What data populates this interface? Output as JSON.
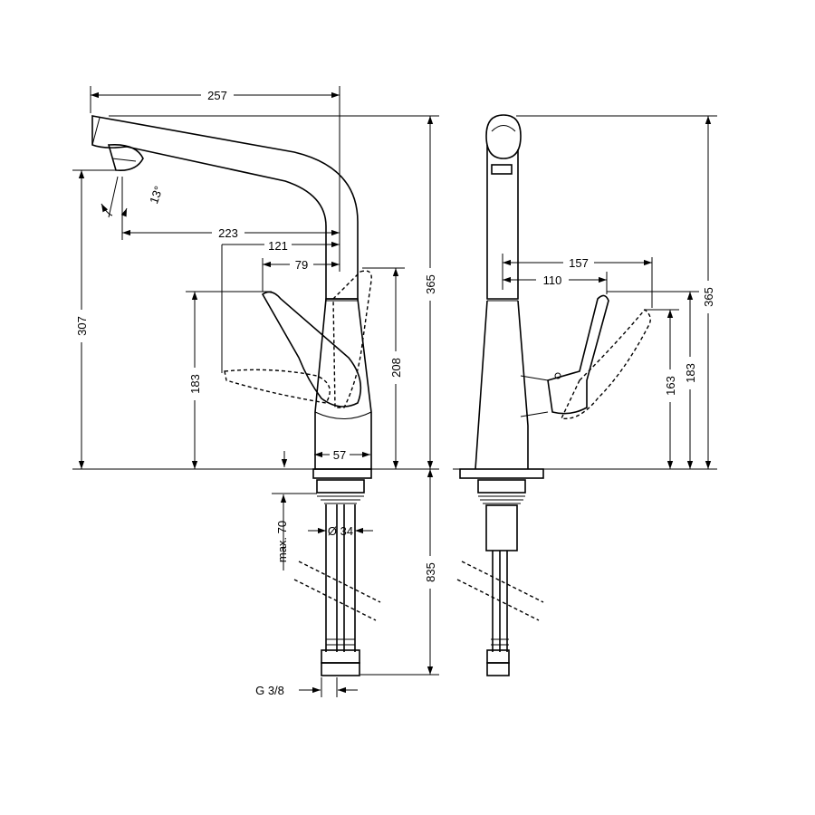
{
  "labels": {
    "d257": "257",
    "d223": "223",
    "d121": "121",
    "d79": "79",
    "d13deg": "13°",
    "d307": "307",
    "d183_left": "183",
    "d208": "208",
    "d365_left": "365",
    "d57": "57",
    "dmax70": "max. 70",
    "d34": "Ø 34",
    "d835": "835",
    "dG38": "G 3/8",
    "d157": "157",
    "d110": "110",
    "d163": "163",
    "d183_right": "183",
    "d365_right": "365"
  }
}
